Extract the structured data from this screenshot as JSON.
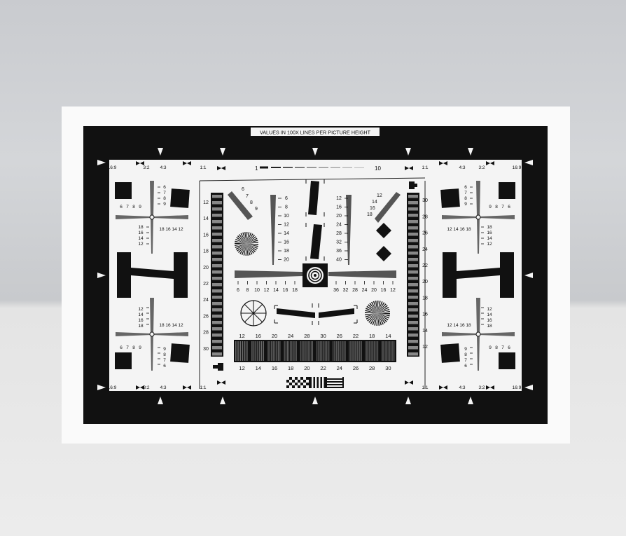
{
  "chart": {
    "header": "VALUES IN 100X LINES PER PICTURE HEIGHT",
    "aspect_labels": [
      "16:9",
      "3:2",
      "4:3",
      "1:1"
    ],
    "top_scale": {
      "start": "1",
      "end": "10"
    },
    "corner_ticks_top": [
      "6",
      "7",
      "8",
      "9"
    ],
    "corner_h_ticks": [
      "18",
      "16",
      "14",
      "12"
    ],
    "corner_v_ticks_low": [
      "18",
      "16",
      "14",
      "12"
    ],
    "corner_v_ticks_high": [
      "6",
      "7",
      "8",
      "9"
    ],
    "vertical_wedge_left": [
      "12",
      "14",
      "16",
      "18",
      "20",
      "22",
      "24",
      "26",
      "28",
      "30"
    ],
    "vertical_wedge_right": [
      "12",
      "14",
      "16",
      "18",
      "20",
      "22",
      "24",
      "26",
      "28",
      "30"
    ],
    "center_left_scale": [
      "6",
      "8",
      "10",
      "12",
      "14",
      "16",
      "18",
      "20"
    ],
    "center_right_scale": [
      "12",
      "16",
      "20",
      "24",
      "28",
      "32",
      "36",
      "40"
    ],
    "diag_left_scale": [
      "6",
      "7",
      "8",
      "9"
    ],
    "diag_right_scale": [
      "12",
      "14",
      "16",
      "18"
    ],
    "bottom_h_scale_left": [
      "6",
      "8",
      "10",
      "12",
      "14",
      "16",
      "18"
    ],
    "bottom_h_scale_right": [
      "36",
      "32",
      "28",
      "24",
      "20",
      "16",
      "12"
    ],
    "bars_top_labels": [
      "12",
      "16",
      "20",
      "24",
      "28",
      "30",
      "26",
      "22",
      "18",
      "14"
    ],
    "bars_bottom_labels": [
      "12",
      "14",
      "16",
      "18",
      "20",
      "22",
      "24",
      "26",
      "28",
      "30"
    ]
  }
}
